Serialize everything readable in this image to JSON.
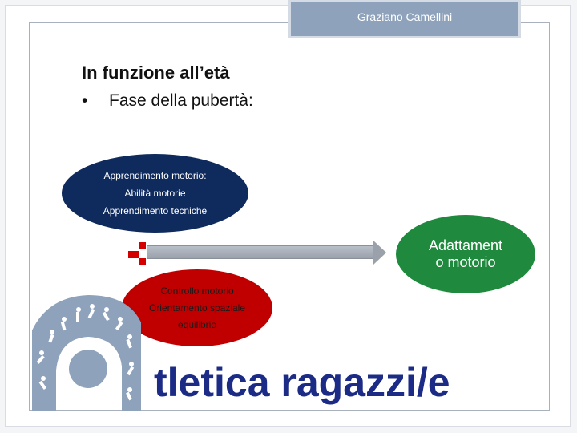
{
  "header": {
    "author": "Graziano Camellini"
  },
  "slide": {
    "heading": "In funzione all’età",
    "bullet": "Fase della pubertà:",
    "bullet_symbol": "•"
  },
  "diagram": {
    "blue_ellipse": [
      "Apprendimento motorio:",
      "Abilità motorie",
      "Apprendimento tecniche"
    ],
    "red_ellipse": [
      "Controllo motorio",
      "Orientamento spaziale",
      "equilibrio"
    ],
    "green_ellipse": [
      "Adattament",
      "o motorio"
    ]
  },
  "footer": {
    "title": "tletica ragazzi/e"
  },
  "colors": {
    "navy": "#0f2a5c",
    "red": "#c00000",
    "green": "#1f8a3d",
    "title_blue": "#1b2b86",
    "tab": "#8fa2bb"
  },
  "icons": {
    "logo": "athletics-figures-logo"
  }
}
